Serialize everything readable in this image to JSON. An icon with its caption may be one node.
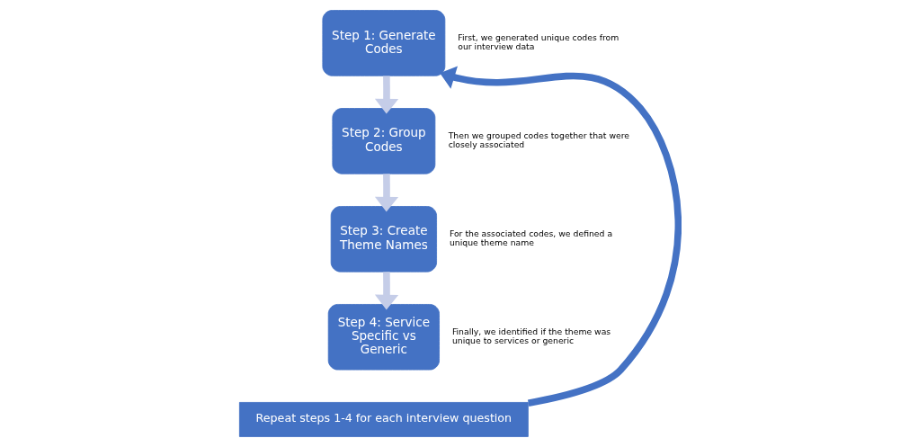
{
  "diagram": {
    "nodes": [
      {
        "text": [
          "Step 1: Generate Codes"
        ],
        "beside": [
          "First, we generated unique codes from our interview data"
        ]
      },
      {
        "text": [
          "Step 2: Group Codes"
        ],
        "beside": [
          "Then we grouped codes together that were closely associated"
        ]
      },
      {
        "text": [
          "Step 3: Create Theme Names"
        ],
        "beside": [
          "For the associated codes, we defined a unique theme name"
        ]
      },
      {
        "text": [
          "Step 4: Service Specific vs Generic"
        ],
        "beside": [
          "Finally, we identified if the theme was unique to services or generic"
        ]
      },
      {
        "text": [
          "Repeat steps 1-4 for each interview question"
        ]
      }
    ],
    "edges": [
      {
        "from": 0,
        "to": 1,
        "arrow": "to"
      },
      {
        "from": 1,
        "to": 2,
        "arrow": "to"
      },
      {
        "from": 2,
        "to": 3,
        "arrow": "to"
      },
      {
        "from": 4,
        "to": 0,
        "arrow": "to",
        "color": "#4472c4"
      }
    ]
  }
}
